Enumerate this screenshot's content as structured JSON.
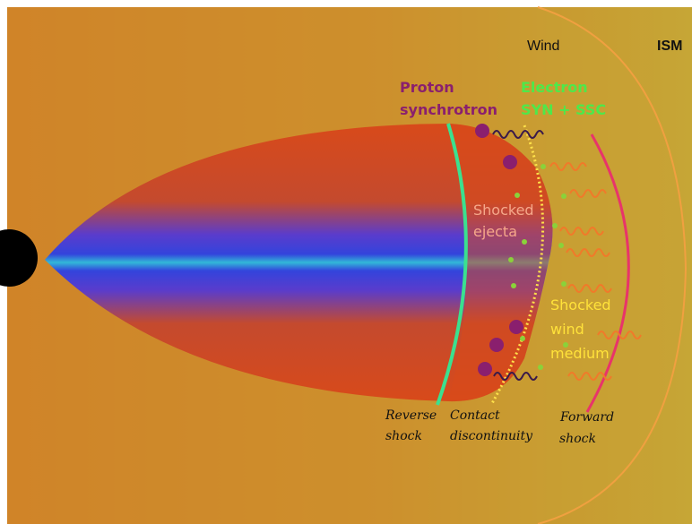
{
  "labels": {
    "wind": "Wind",
    "ism": "ISM",
    "proton_line1": "Proton",
    "proton_line2": "synchrotron",
    "electron_line1": "Electron",
    "electron_line2": "SYN + SSC",
    "ejecta_line1": "Shocked",
    "ejecta_line2": "ejecta",
    "wind_med_line1": "Shocked",
    "wind_med_line2": "wind",
    "wind_med_line3": "medium",
    "reverse_line1": "Reverse",
    "reverse_line2": "shock",
    "contact_line1": "Contact",
    "contact_line2": "discontinuity",
    "forward_line1": "Forward",
    "forward_line2": "shock"
  },
  "colors": {
    "background_orange": "#d9601a",
    "outer_bubble": "#c9a235",
    "ejecta_red": "#d84a1a",
    "jet_blue": "#3b3fd6",
    "jet_cyan": "#2fb7d6",
    "reverse_shock": "#3be08f",
    "forward_shock": "#e8346a",
    "contact_dots": "#ffe14a",
    "proton": "#8a1f6e",
    "electron": "#8ad23a",
    "photon_dark": "#3a1a4a",
    "photon_orange": "#f07a2a"
  }
}
